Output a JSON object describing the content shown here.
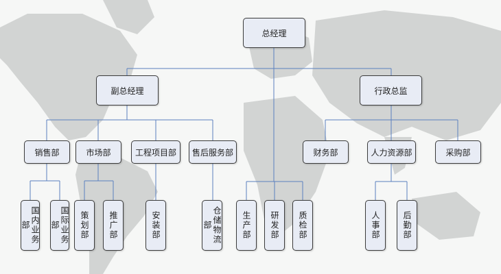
{
  "colors": {
    "box_fill": "#e8ecf5",
    "box_border": "#3b3b3b",
    "connector": "#5b7fbf",
    "map": "#d2d4d3"
  },
  "chart": {
    "ceo": "总经理",
    "deputy_gm": "副总经理",
    "admin_director": "行政总监",
    "sales": "销售部",
    "marketing": "市场部",
    "engineering": "工程项目部",
    "after_sales": "售后服务部",
    "finance": "财务部",
    "hr": "人力资源部",
    "purchasing": "采购部",
    "domestic": "国内业务部",
    "international": "国际业务部",
    "planning": "策划部",
    "promotion": "推广部",
    "installation": "安装部",
    "logistics": "仓储物流部",
    "production": "生产部",
    "rnd": "研发部",
    "quality": "质检部",
    "personnel": "人事部",
    "logistics_support": "后勤部"
  }
}
